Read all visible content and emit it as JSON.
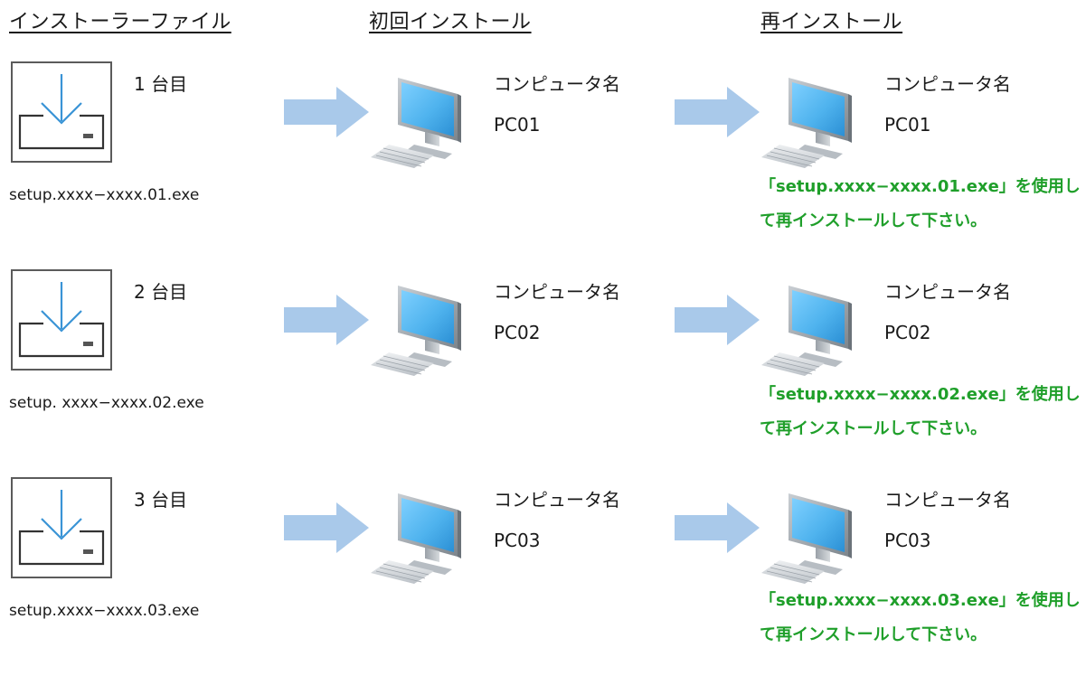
{
  "headers": {
    "installer_file": "インストーラーファイル",
    "first_install": "初回インストール",
    "reinstall": "再インストール"
  },
  "rows": [
    {
      "count_label": "1 台目",
      "file_name": "setup.xxxx−xxxx.01.exe",
      "computer_name_label": "コンピュータ名",
      "first_pc_name": "PC01",
      "re_computer_name_label": "コンピュータ名",
      "re_pc_name": "PC01",
      "note_line1": "「setup.xxxx−xxxx.01.exe」を使用し",
      "note_line2": "て再インストールして下さい。"
    },
    {
      "count_label": "2 台目",
      "file_name": "setup. xxxx−xxxx.02.exe",
      "computer_name_label": "コンピュータ名",
      "first_pc_name": "PC02",
      "re_computer_name_label": "コンピュータ名",
      "re_pc_name": "PC02",
      "note_line1": "「setup.xxxx−xxxx.02.exe」を使用し",
      "note_line2": "て再インストールして下さい。"
    },
    {
      "count_label": "3 台目",
      "file_name": "setup.xxxx−xxxx.03.exe",
      "computer_name_label": "コンピュータ名",
      "first_pc_name": "PC03",
      "re_computer_name_label": "コンピュータ名",
      "re_pc_name": "PC03",
      "note_line1": "「setup.xxxx−xxxx.03.exe」を使用し",
      "note_line2": "て再インストールして下さい。"
    }
  ],
  "colors": {
    "note_text": "#1f9f2a",
    "arrow_fill": "#a9c9ea",
    "monitor_screen": "#4fb3ee",
    "installer_stroke": "#3a94d6"
  },
  "icons": {
    "installer": "installer-download-icon",
    "computer": "desktop-computer-icon",
    "flow": "right-arrow-icon"
  }
}
